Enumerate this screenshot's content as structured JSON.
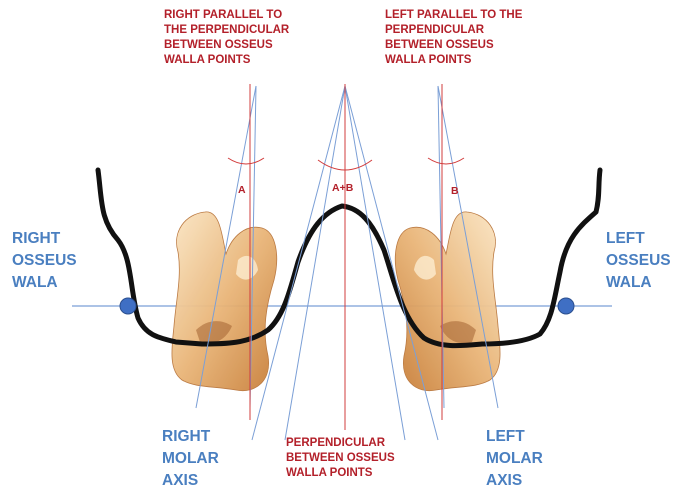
{
  "labels": {
    "right_parallel": [
      "RIGHT PARALLEL TO",
      "THE PERPENDICULAR",
      "BETWEEN OSSEUS",
      "WALLA POINTS"
    ],
    "left_parallel": [
      "LEFT PARALLEL TO THE",
      "PERPENDICULAR",
      "BETWEEN OSSEUS",
      "WALLA POINTS"
    ],
    "right_osseus": [
      "RIGHT",
      "OSSEUS",
      "WALA"
    ],
    "left_osseus": [
      "LEFT",
      "OSSEUS",
      "WALA"
    ],
    "right_molar": [
      "RIGHT",
      "MOLAR",
      "AXIS"
    ],
    "left_molar": [
      "LEFT",
      "MOLAR",
      "AXIS"
    ],
    "perpendicular": [
      "PERPENDICULAR",
      "BETWEEN OSSEUS",
      "WALLA POINTS"
    ],
    "angle_a": "A",
    "angle_ab": "A+B",
    "angle_b": "B"
  },
  "colors": {
    "red_text": "#b3202a",
    "blue_text": "#4a7fc0",
    "red_line": "#d23c3c",
    "blue_line": "#7b9fd6",
    "bone_outline": "#111111",
    "point_fill": "#3f6fc4",
    "tooth_light": "#f6d9a8",
    "tooth_dark": "#c77d37"
  },
  "icons": {
    "tooth_right": "molar-tooth-icon",
    "tooth_left": "molar-tooth-icon",
    "wala_point": "circle-point-icon"
  }
}
